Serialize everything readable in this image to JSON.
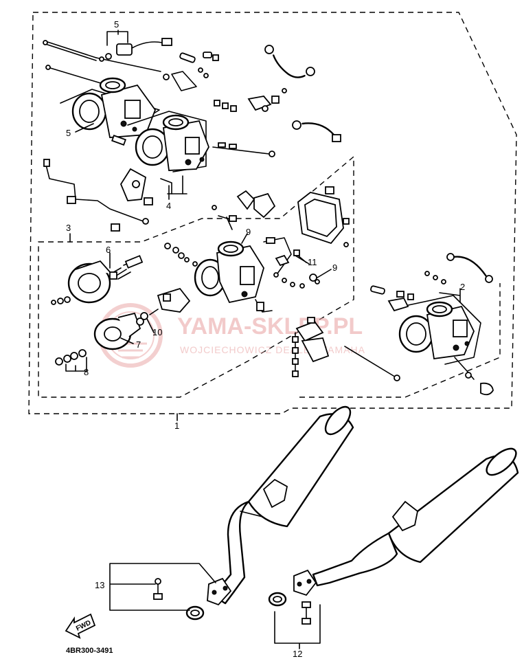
{
  "callouts": {
    "c1": "1",
    "c2": "2",
    "c3": "3",
    "c4": "4",
    "c5a": "5",
    "c5b": "5",
    "c6": "6",
    "c7": "7",
    "c8": "8",
    "c9a": "9",
    "c9b": "9",
    "c10": "10",
    "c11": "11",
    "c12": "12",
    "c13": "13"
  },
  "watermark": {
    "title": "YAMA-SKLEP.PL",
    "subtitle": "WOJCIECHOWICZ DEALER YAMAHA"
  },
  "direction_badge": "FWD",
  "diagram_code": "4BR300-3491",
  "colors": {
    "line": "#000000",
    "watermark": "#e8a0a0"
  }
}
